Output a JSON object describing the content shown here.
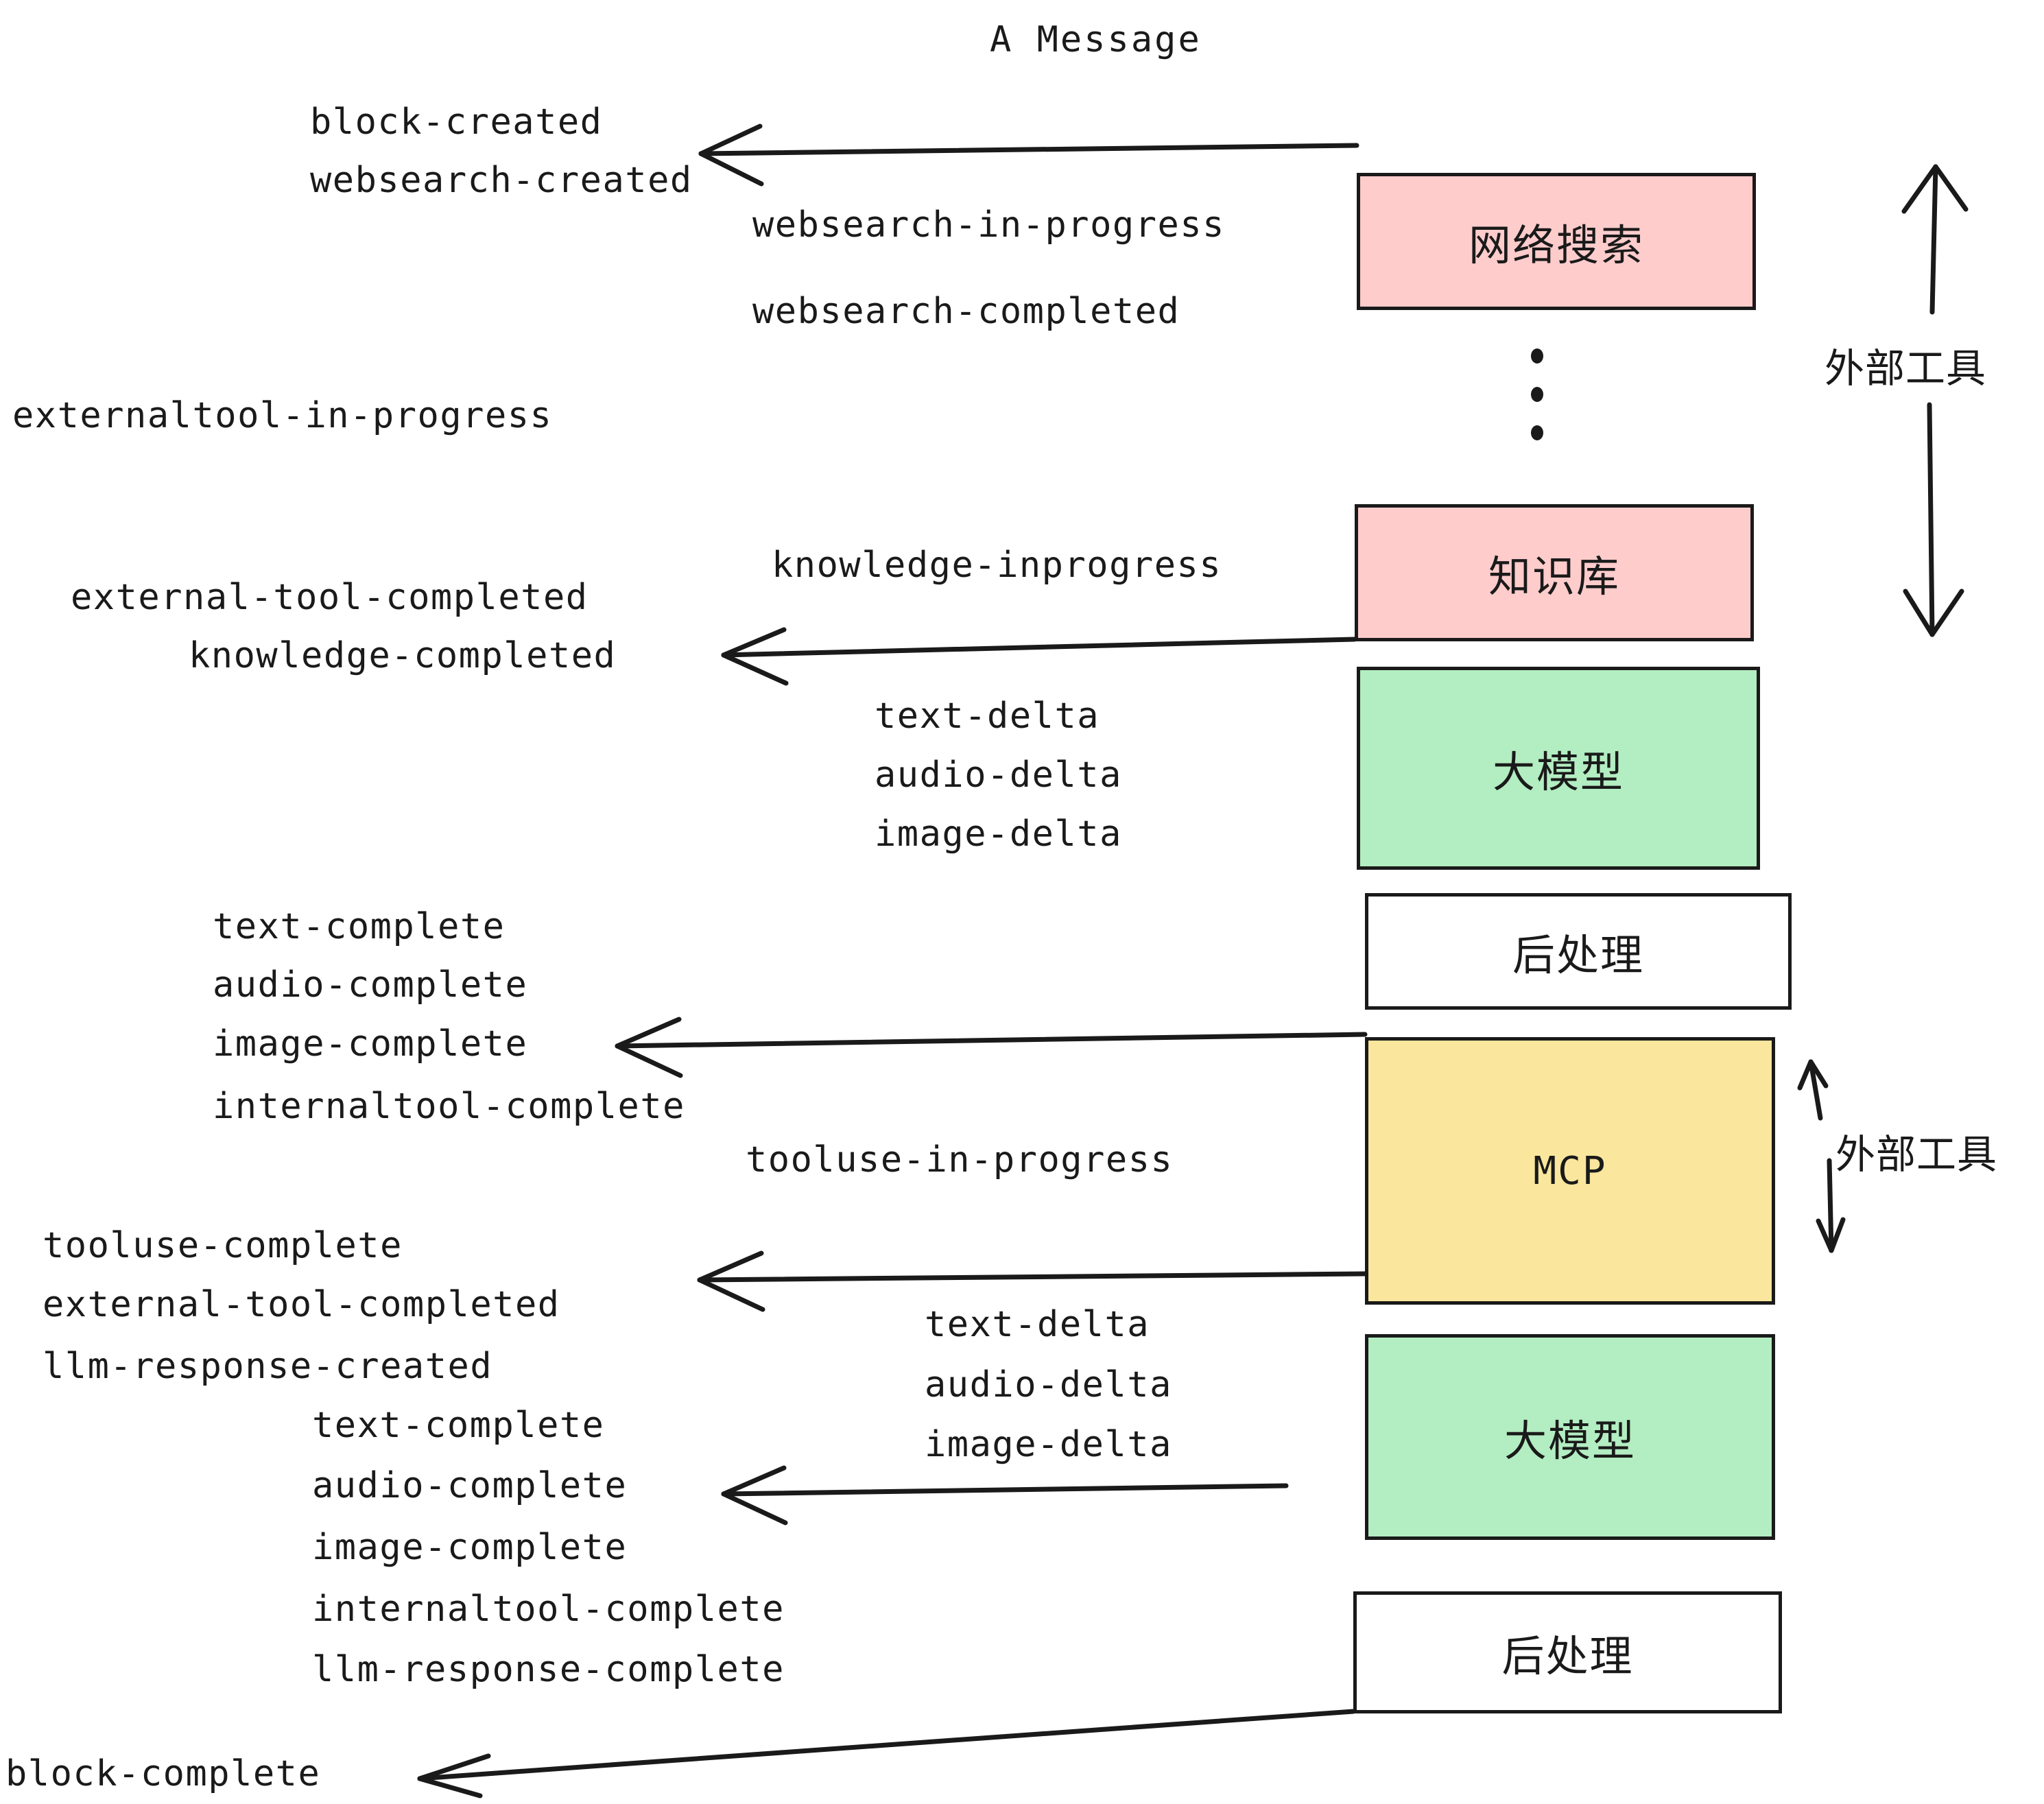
{
  "title": "A Message",
  "colors": {
    "pink": "#ffcccc",
    "green": "#b3edc2",
    "yellow": "#fae79d",
    "plain": "#ffffff",
    "stroke": "#1a1a1a"
  },
  "nodes": [
    {
      "id": "websearch",
      "label": "网络搜索",
      "fill": "pink"
    },
    {
      "id": "knowledge",
      "label": "知识库",
      "fill": "pink"
    },
    {
      "id": "llm-top",
      "label": "大模型",
      "fill": "green"
    },
    {
      "id": "postproc-top",
      "label": "后处理",
      "fill": "plain"
    },
    {
      "id": "mcp",
      "label": "MCP",
      "fill": "yellow"
    },
    {
      "id": "llm-bottom",
      "label": "大模型",
      "fill": "green"
    },
    {
      "id": "postproc-bot",
      "label": "后处理",
      "fill": "plain"
    }
  ],
  "side_labels": {
    "external_tool_top": "外部工具",
    "external_tool_bottom": "外部工具"
  },
  "events": {
    "block_created": "block-created",
    "websearch_created": "websearch-created",
    "websearch_in_progress": "websearch-in-progress",
    "websearch_completed": "websearch-completed",
    "externaltool_in_progress": "externaltool-in-progress",
    "knowledge_inprogress": "knowledge-inprogress",
    "external_tool_completed_1": "external-tool-completed",
    "knowledge_completed": "knowledge-completed",
    "text_delta_1": "text-delta",
    "audio_delta_1": "audio-delta",
    "image_delta_1": "image-delta",
    "text_complete_1": "text-complete",
    "audio_complete_1": "audio-complete",
    "image_complete_1": "image-complete",
    "internaltool_complete_1": "internaltool-complete",
    "tooluse_in_progress": "tooluse-in-progress",
    "tooluse_complete": "tooluse-complete",
    "external_tool_completed_2": "external-tool-completed",
    "llm_response_created": "llm-response-created",
    "text_delta_2": "text-delta",
    "audio_delta_2": "audio-delta",
    "image_delta_2": "image-delta",
    "text_complete_2": "text-complete",
    "audio_complete_2": "audio-complete",
    "image_complete_2": "image-complete",
    "internaltool_complete_2": "internaltool-complete",
    "llm_response_complete": "llm-response-complete",
    "block_complete": "block-complete"
  }
}
